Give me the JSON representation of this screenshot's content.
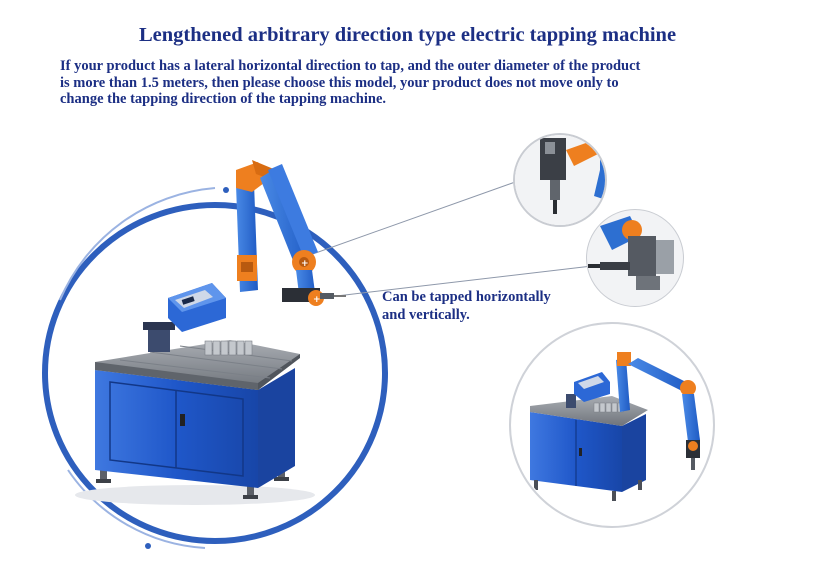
{
  "title": "Lengthened arbitrary direction type electric tapping machine",
  "description": [
    "If your product has a lateral horizontal direction to tap, and the outer diameter of the product",
    "is more than 1.5 meters, then please choose this model, your product does not move only to",
    " change the tapping direction of the tapping machine."
  ],
  "caption": [
    "Can be tapped horizontally",
    "and vertically."
  ],
  "colors": {
    "text": "#1c2f84",
    "circle_blue": "#2e5fbd",
    "arm_blue": "#2d6fd1",
    "cabinet_blue": "#1f57c9",
    "joint_orange": "#ee7f1f",
    "table_gray": "#8a8f96"
  },
  "images": [
    {
      "name": "main-tapping-machine-photo"
    },
    {
      "name": "vertical-tapping-detail-photo"
    },
    {
      "name": "horizontal-tapping-detail-photo"
    },
    {
      "name": "machine-overview-photo"
    }
  ]
}
